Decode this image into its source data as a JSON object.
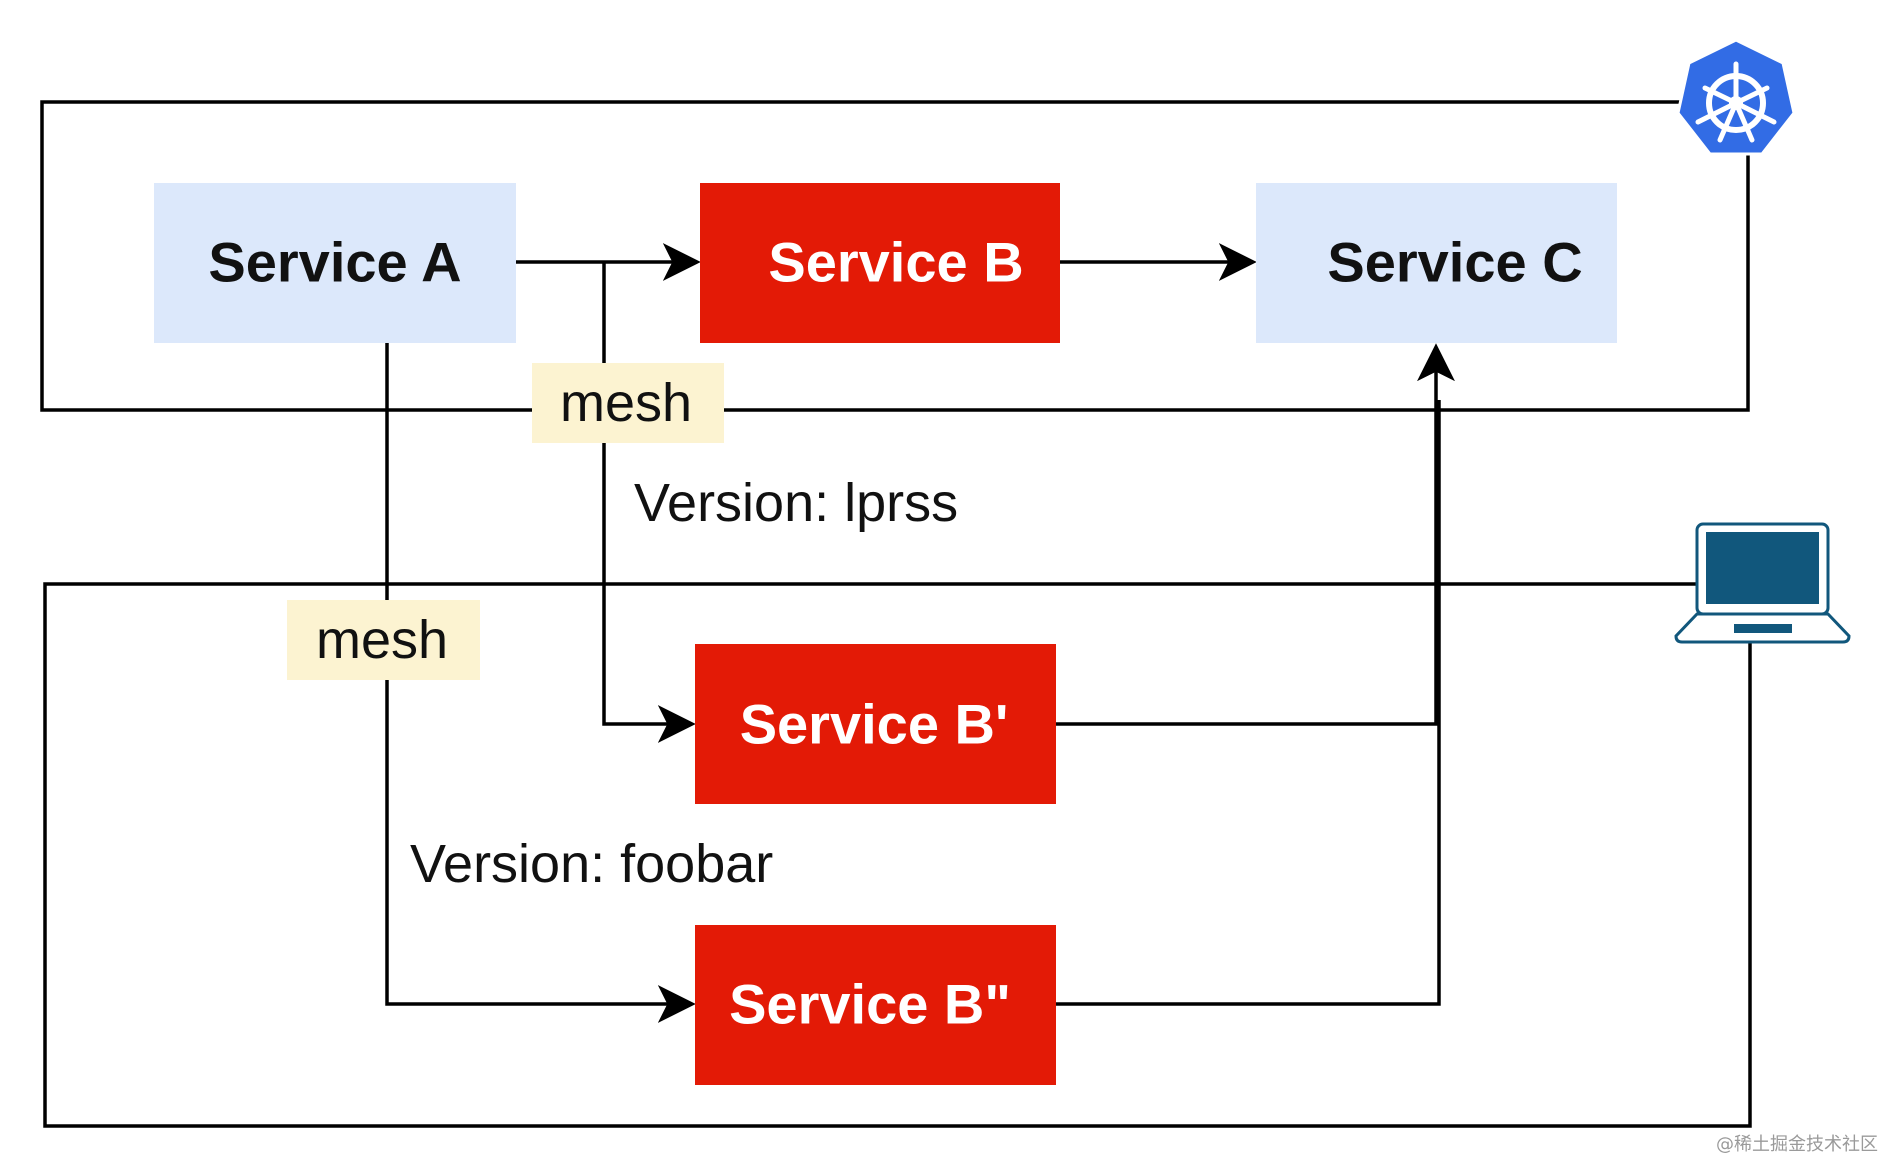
{
  "colors": {
    "service_light_fill": "#dce8fb",
    "service_red_fill": "#e31a06",
    "mesh_fill": "#fcf3d1",
    "line": "#000000",
    "k8s_blue": "#326ce5",
    "laptop_blue": "#11577c"
  },
  "services": {
    "a": "Service A",
    "b": "Service B",
    "c": "Service C",
    "b_prime": "Service B'",
    "b_double_prime": "Service B\""
  },
  "mesh_labels": {
    "upper": "mesh",
    "lower": "mesh"
  },
  "versions": {
    "lprss": "Version: lprss",
    "foobar": "Version: foobar"
  },
  "icons": {
    "cluster": "kubernetes-icon",
    "local": "laptop-icon"
  },
  "watermark": "@稀土掘金技术社区"
}
